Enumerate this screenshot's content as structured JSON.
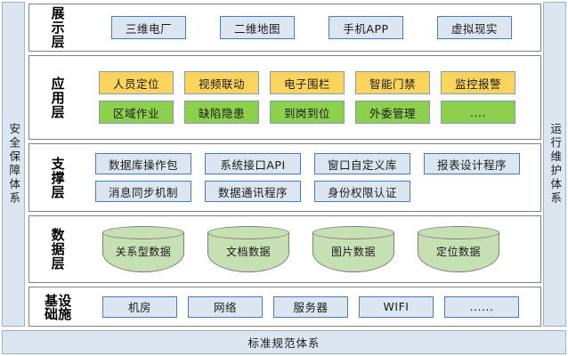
{
  "sides": {
    "left_label": "安全保障体系",
    "right_label": "运行维护体系"
  },
  "bottom": {
    "label": "标准规范体系"
  },
  "colors": {
    "panel_fill": "#dce6f1",
    "panel_border": "#9bb2cc",
    "blue_box_fill": "#dce6f1",
    "blue_box_border": "#4a7ebb",
    "orange_box_fill": "#fbd45e",
    "green_box_fill": "#8ed04e",
    "node_border_gray": "#7f9db9",
    "cylinder_fill": "#c6e0b4",
    "cylinder_border": "#7f7f7f",
    "row_border": "#808080",
    "background": "#ffffff"
  },
  "layers": [
    {
      "id": "presentation",
      "label": "展示层",
      "label_lines": [
        "展示层"
      ],
      "rows": [
        {
          "style": "blue",
          "items": [
            "三维电厂",
            "二维地图",
            "手机APP",
            "虚拟现实"
          ]
        }
      ]
    },
    {
      "id": "application",
      "label": "应用层",
      "label_lines": [
        "应用层"
      ],
      "rows": [
        {
          "style": "orange",
          "items": [
            "人员定位",
            "视频联动",
            "电子围栏",
            "智能门禁",
            "监控报警"
          ]
        },
        {
          "style": "green",
          "items": [
            "区域作业",
            "缺陷隐患",
            "到岗到位",
            "外委管理",
            "...."
          ]
        }
      ]
    },
    {
      "id": "support",
      "label": "支撑层",
      "label_lines": [
        "支撑层"
      ],
      "rows": [
        {
          "style": "blue",
          "items": [
            "数据库操作包",
            "系统接口API",
            "窗口自定义库",
            "报表设计程序"
          ]
        },
        {
          "style": "blue",
          "items": [
            "消息同步机制",
            "数据通讯程序",
            "身份权限认证"
          ]
        }
      ]
    },
    {
      "id": "data",
      "label": "数据层",
      "label_lines": [
        "数据层"
      ],
      "rows": [
        {
          "style": "cylinder",
          "items": [
            "关系型数据",
            "文档数据",
            "图片数据",
            "定位数据"
          ]
        }
      ]
    },
    {
      "id": "infrastructure",
      "label": "基础设施",
      "label_lines": [
        "基础",
        "设施"
      ],
      "rows": [
        {
          "style": "blue",
          "items": [
            "机房",
            "网络",
            "服务器",
            "WIFI",
            "......"
          ]
        }
      ]
    }
  ]
}
